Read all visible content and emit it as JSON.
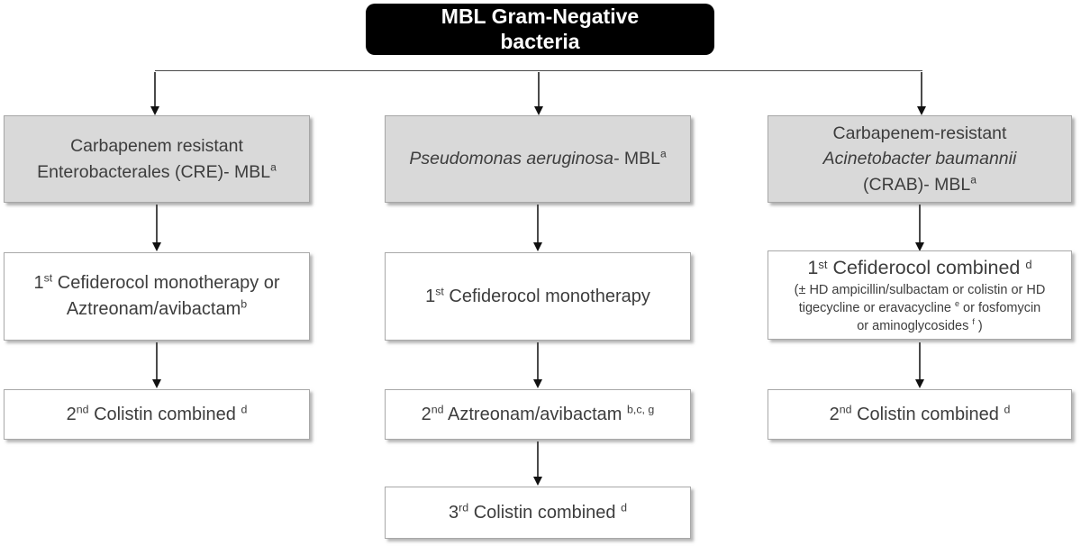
{
  "title": {
    "segments": [
      {
        "text": "MBL Gram-Negative\nbacteria",
        "style": "normal"
      }
    ]
  },
  "columns": [
    {
      "name": "carbapenem-resistant-enterobacterales-cre-mbl",
      "header": {
        "segments": [
          {
            "text": "Carbapenem resistant\nEnterobacterales (CRE)- MBL",
            "style": "normal"
          },
          {
            "text": "a",
            "style": "sup"
          }
        ]
      },
      "steps": [
        {
          "segments": [
            {
              "text": "1",
              "style": "normal"
            },
            {
              "text": "st",
              "style": "sup"
            },
            {
              "text": " Cefiderocol monotherapy or\nAztreonam/avibactam",
              "style": "normal"
            },
            {
              "text": "b",
              "style": "sup"
            }
          ]
        },
        {
          "segments": [
            {
              "text": "2",
              "style": "normal"
            },
            {
              "text": "nd",
              "style": "sup"
            },
            {
              "text": " Colistin combined ",
              "style": "normal"
            },
            {
              "text": "d",
              "style": "sup"
            }
          ]
        }
      ]
    },
    {
      "name": "pseudomonas-aeruginosa-mbl",
      "header": {
        "segments": [
          {
            "text": "Pseudomonas aeruginosa-",
            "style": "italic"
          },
          {
            "text": " MBL",
            "style": "normal"
          },
          {
            "text": "a",
            "style": "sup"
          }
        ]
      },
      "steps": [
        {
          "segments": [
            {
              "text": "1",
              "style": "normal"
            },
            {
              "text": "st",
              "style": "sup"
            },
            {
              "text": " Cefiderocol monotherapy",
              "style": "normal"
            }
          ]
        },
        {
          "segments": [
            {
              "text": "2",
              "style": "normal"
            },
            {
              "text": "nd",
              "style": "sup"
            },
            {
              "text": " Aztreonam/avibactam ",
              "style": "normal"
            },
            {
              "text": "b,c, g",
              "style": "sup"
            }
          ]
        },
        {
          "segments": [
            {
              "text": "3",
              "style": "normal"
            },
            {
              "text": "rd",
              "style": "sup"
            },
            {
              "text": " Colistin combined ",
              "style": "normal"
            },
            {
              "text": "d",
              "style": "sup"
            }
          ]
        }
      ]
    },
    {
      "name": "carbapenem-resistant-acinetobacter-baumannii-crab-mbl",
      "header": {
        "segments": [
          {
            "text": "Carbapenem-resistant\n",
            "style": "normal"
          },
          {
            "text": "Acinetobacter baumannii",
            "style": "italic"
          },
          {
            "text": "\n(CRAB)- MBL",
            "style": "normal"
          },
          {
            "text": "a",
            "style": "sup"
          }
        ]
      },
      "steps": [
        {
          "segments": [
            {
              "text": "1",
              "style": "lg"
            },
            {
              "text": "st",
              "style": "lg-sup"
            },
            {
              "text": " Cefiderocol combined ",
              "style": "lg"
            },
            {
              "text": "d",
              "style": "lg-sup"
            },
            {
              "text": "\n(± HD ampicillin/sulbactam or colistin or HD\ntigecycline or eravacycline ",
              "style": "normal"
            },
            {
              "text": "e",
              "style": "sup"
            },
            {
              "text": " or fosfomycin\nor aminoglycosides ",
              "style": "normal"
            },
            {
              "text": "f",
              "style": "sup"
            },
            {
              "text": " )",
              "style": "normal"
            }
          ]
        },
        {
          "segments": [
            {
              "text": "2",
              "style": "normal"
            },
            {
              "text": "nd",
              "style": "sup"
            },
            {
              "text": " Colistin combined ",
              "style": "normal"
            },
            {
              "text": "d",
              "style": "sup"
            }
          ]
        }
      ]
    }
  ],
  "colors": {
    "title_bg": "#000000",
    "title_text": "#ffffff",
    "header_box_fill": "#d9d9d9",
    "box_border": "#a6a6a6",
    "step_box_fill": "#ffffff",
    "connector_line": "#4a4a4a",
    "text": "#3d3d3d"
  }
}
